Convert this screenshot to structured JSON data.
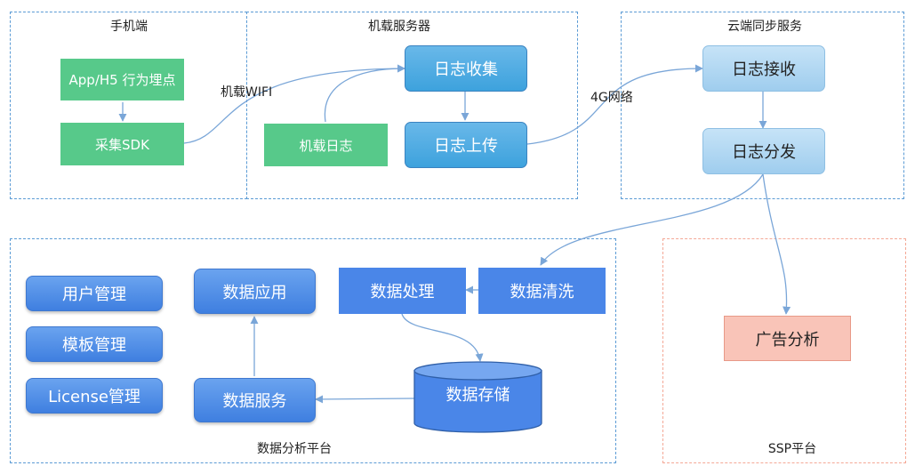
{
  "panels": {
    "mobile": "手机端",
    "onboard_server": "机载服务器",
    "cloud": "云端同步服务",
    "analytics": "数据分析平台",
    "ssp": "SSP平台"
  },
  "nodes": {
    "app_tracking": "App/H5 行为埋点",
    "collect_sdk": "采集SDK",
    "onboard_log": "机载日志",
    "log_collect": "日志收集",
    "log_upload": "日志上传",
    "log_receive": "日志接收",
    "log_distribute": "日志分发",
    "user_mgmt": "用户管理",
    "template_mgmt": "模板管理",
    "license_mgmt": "License管理",
    "data_app": "数据应用",
    "data_process": "数据处理",
    "data_clean": "数据清洗",
    "data_service": "数据服务",
    "data_storage": "数据存储",
    "ad_analysis": "广告分析"
  },
  "edges": {
    "wifi": "机载WIFI",
    "network_4g": "4G网络"
  },
  "colors": {
    "panel_border": "#5b9bd5",
    "ssp_border": "#f4a896",
    "green": "#57c98a",
    "connector": "#7aa6d8"
  }
}
